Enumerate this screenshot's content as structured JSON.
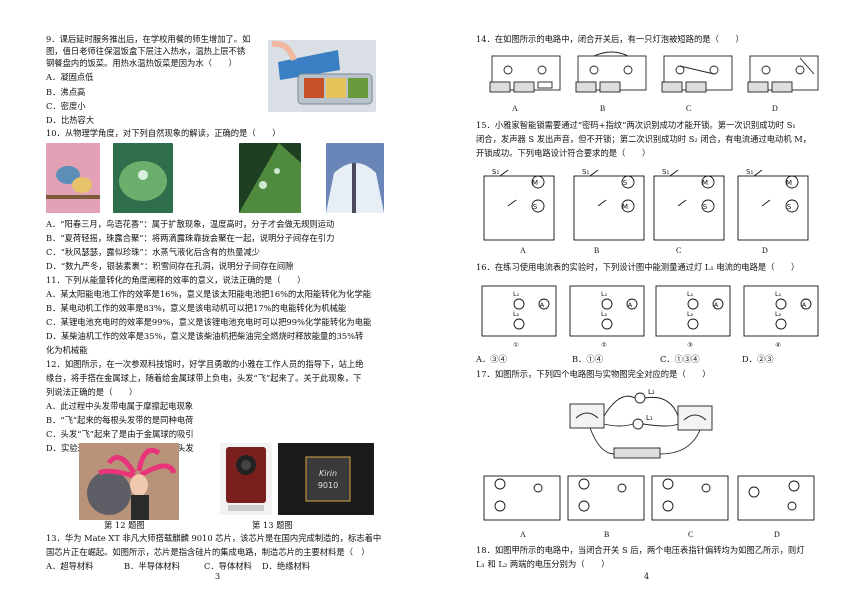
{
  "left": {
    "q9": {
      "stem1": "9．课后延时服务推出后，在学校用餐的师生增加了。如",
      "stem2": "图，值日老师往保温饭盒下层注入热水，温热上层不锈",
      "stem3": "钢餐盘内的饭菜。用热水温热饭菜是因为水（　　）",
      "a": "A．凝固点低",
      "b": "B．沸点高",
      "c": "C．密度小",
      "d": "D．比热容大"
    },
    "q10": {
      "stem": "10．从物理学角度，对下列自然现象的解读，正确的是（　　）",
      "a": "A．“阳春三月，鸟语花香”：属于扩散现象，温度高时，分子才会做无规则运动",
      "b": "B．“夏荷轻摇，珠露合聚”：将两滴露珠靠拢会聚在一起，说明分子间存在引力",
      "c": "C．“秋风瑟瑟，露似珍珠”：水蒸气液化后含有的热量减少",
      "d": "D．“数九严冬，银装素裹”：积雪间存在孔洞，说明分子间存在间隙"
    },
    "q11": {
      "stem": "11．下列从能量转化的角度阐释的效率的意义，说法正确的是（　　）",
      "a": "A．某太阳能电池工作的效率是16%，意义是该太阳能电池把16%的太阳能转化为化学能",
      "b": "B．某电动机工作的效率是83%，意义是该电动机可以把17%的电能转化为机械能",
      "c": "C．某锂电池充电时的效率是99%，意义是该锂电池充电时可以把99%化学能转化为电能",
      "d1": "D．某柴油机工作的效率是35%，意义是该柴油机把柴油完全燃烧时释放能量的35%转",
      "d2": "化为机械能"
    },
    "q12": {
      "stem1": "12．如图所示，在一次参观科技馆时，好学且勇敢的小雅在工作人员的指导下，站上绝",
      "stem2": "缘台，将手搭在金属球上，随着给金属球带上负电，头发“飞”起来了。关于此现象，下",
      "stem3": "列说法正确的是（　　）",
      "a": "A．此过程中头发带电属于摩擦起电现象",
      "b": "B．“飞”起来的每根头发带的是同种电荷",
      "c": "C．头发“飞”起来了是由于金属球的吸引",
      "d": "D．实验过程中电流方向从金属球到头发"
    },
    "fig12": "第 12 题图",
    "fig13": "第 13 题图",
    "chip_brand": "Kirin",
    "chip_model": "9010",
    "q13": {
      "stem1": "13．华为 Mate XT 非凡大师搭载麒麟 9010 芯片，该芯片是在国内完成制造的，标志着中",
      "stem2": "国芯片正在崛起。如图所示，芯片是指含硅片的集成电路，制造芯片的主要材料是（　）",
      "a": "A．超导材料",
      "b": "B．半导体材料",
      "c": "C．导体材料",
      "d": "D．绝缘材料"
    },
    "page": "3"
  },
  "right": {
    "q14": {
      "stem": "14．在如图所示的电路中，闭合开关后，有一只灯泡被短路的是（　　）",
      "labels": [
        "A",
        "B",
        "C",
        "D"
      ]
    },
    "q15": {
      "stem1": "15．小雅家智能锁需要通过“密码+指纹”两次识别成功才能开锁。第一次识别成功时 S₁",
      "stem2": "闭合，发声器 S 发出声音，但不开锁；第二次识别成功时 S₂ 闭合，有电流通过电动机 M，",
      "stem3": "开锁成功。下列电路设计符合要求的是（　　）",
      "labels": [
        "A",
        "B",
        "C",
        "D"
      ],
      "s1": "S₁",
      "s2": "S₂",
      "m": "M",
      "s": "S"
    },
    "q16": {
      "stem": "16．在练习使用电流表的实验时，下列设计图中能测量通过灯 L₁ 电流的电路是（　　）",
      "nums": [
        "①",
        "②",
        "③",
        "④"
      ],
      "l1": "L₁",
      "l2": "L₂",
      "a_sym": "A",
      "a": "A．③④",
      "b": "B．①④",
      "c": "C．①③④",
      "d": "D．②③"
    },
    "q17": {
      "stem": "17．如图所示，下列四个电路图与实物图完全对应的是（　　）",
      "labels": [
        "A",
        "B",
        "C",
        "D"
      ],
      "l1": "L₁",
      "l2": "L₂"
    },
    "q18": {
      "stem1": "18．如图甲所示的电路中，当闭合开关 S 后，两个电压表指针偏转均为如图乙所示，则灯",
      "stem2": "L₁ 和 L₂ 两端的电压分别为（　　）"
    },
    "page": "4"
  }
}
